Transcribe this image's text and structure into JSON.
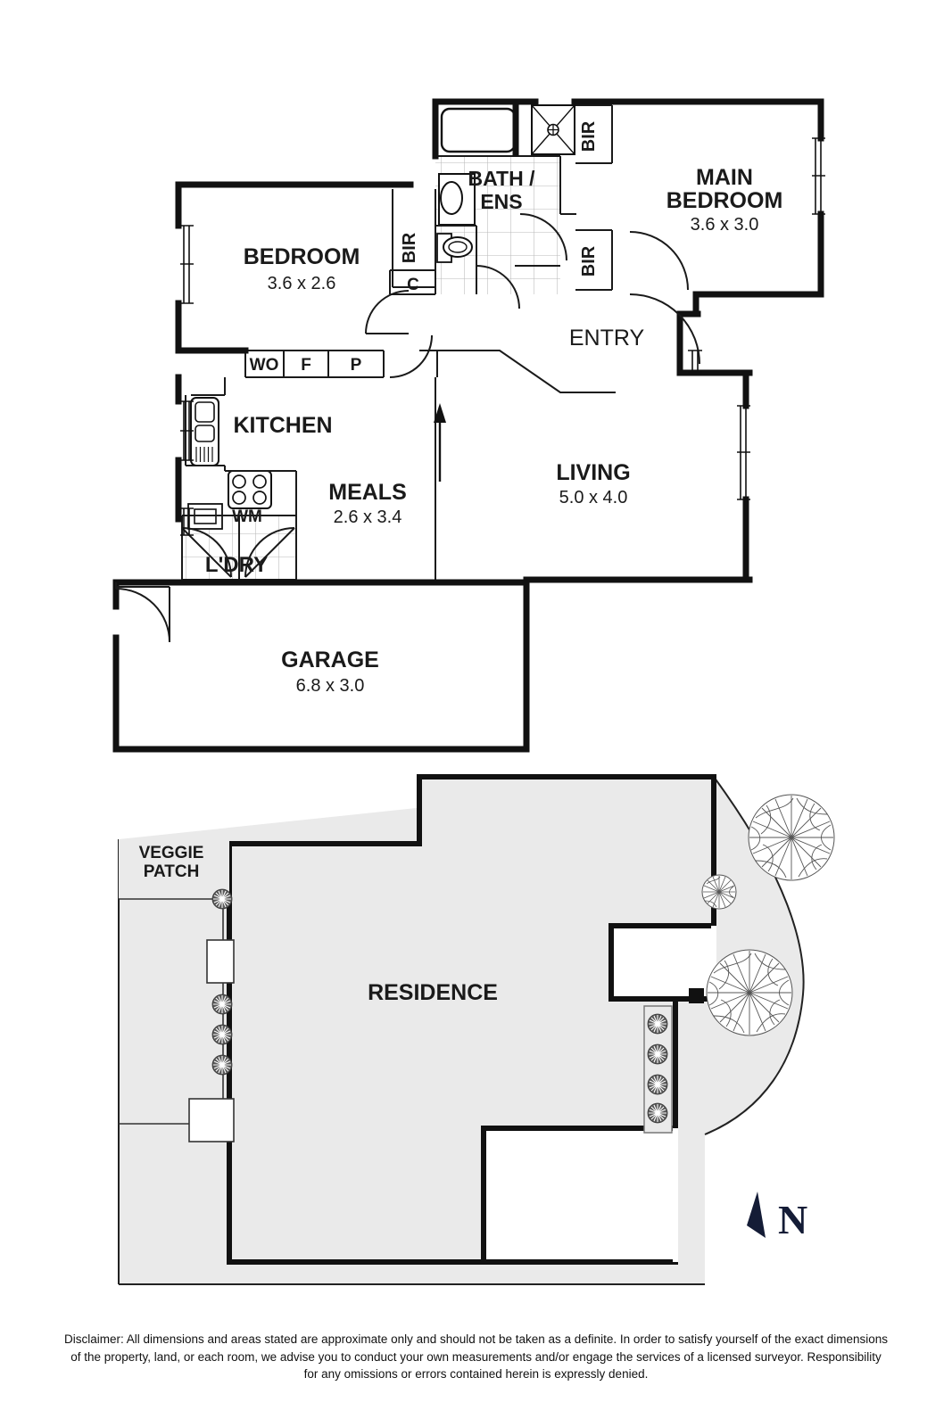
{
  "document": {
    "type": "real-estate-floorplan",
    "north_indicator": "N"
  },
  "floor_plan": {
    "rooms": [
      {
        "name": "BEDROOM",
        "dimensions": "3.6 x 2.6"
      },
      {
        "name": "MAIN\nBEDROOM",
        "label_line1": "MAIN",
        "label_line2": "BEDROOM",
        "dimensions": "3.6 x 3.0"
      },
      {
        "name": "BATH /\nENS",
        "label_line1": "BATH /",
        "label_line2": "ENS",
        "dimensions": ""
      },
      {
        "name": "ENTRY",
        "dimensions": ""
      },
      {
        "name": "KITCHEN",
        "dimensions": ""
      },
      {
        "name": "MEALS",
        "dimensions": "2.6 x 3.4"
      },
      {
        "name": "LIVING",
        "dimensions": "5.0 x 4.0"
      },
      {
        "name": "L'DRY",
        "dimensions": ""
      },
      {
        "name": "GARAGE",
        "dimensions": "6.8 x 3.0"
      }
    ],
    "labels": {
      "bedroom": "BEDROOM",
      "bedroom_dims": "3.6 x 2.6",
      "main_bedroom_1": "MAIN",
      "main_bedroom_2": "BEDROOM",
      "main_bedroom_dims": "3.6 x 3.0",
      "bath_1": "BATH /",
      "bath_2": "ENS",
      "entry": "ENTRY",
      "kitchen": "KITCHEN",
      "meals": "MEALS",
      "meals_dims": "2.6 x 3.4",
      "living": "LIVING",
      "living_dims": "5.0 x 4.0",
      "laundry": "L'DRY",
      "garage": "GARAGE",
      "garage_dims": "6.8 x 3.0",
      "bir_top": "BIR",
      "bir_bottom": "BIR",
      "bir_bedroom": "BIR",
      "cupboard": "C",
      "wall_oven": "WO",
      "fridge": "F",
      "pantry": "P",
      "washing_machine": "WM"
    }
  },
  "site_plan": {
    "labels": {
      "residence": "RESIDENCE",
      "veggie_patch_1": "VEGGIE",
      "veggie_patch_2": "PATCH"
    },
    "features": {
      "large_trees": 2,
      "medium_tree": 1,
      "shrubs_west": 4,
      "shrubs_east": 4
    }
  },
  "north_arrow": {
    "letter": "N"
  },
  "disclaimer": {
    "line1": "Disclaimer: All dimensions and areas stated are approximate only and should not be taken as a definite. In order to satisfy yourself of the exact dimensions",
    "line2": "of the property, land, or each room, we advise you to conduct your own measurements and/or engage the services of a licensed surveyor. Responsibility",
    "line3": "for any omissions or errors contained herein is expressly denied."
  },
  "colors": {
    "wall": "#111111",
    "thin_line": "#1a1a1a",
    "site_fill": "#eaeaea",
    "site_outline": "#222222",
    "north_arrow": "#141c36",
    "paper": "#ffffff"
  }
}
